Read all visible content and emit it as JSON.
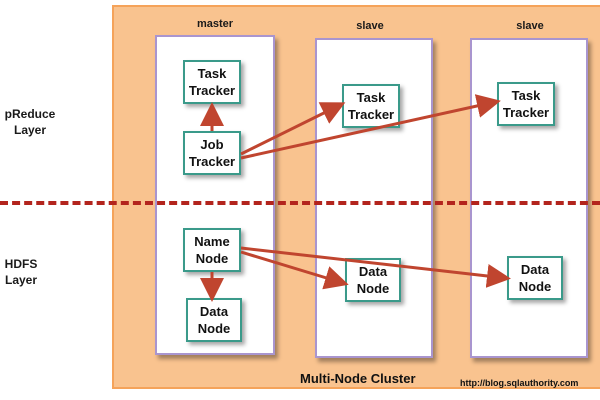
{
  "layers": {
    "mapreduce_label": "pReduce\nLayer",
    "hdfs_label": "HDFS\nLayer"
  },
  "nodes": {
    "master": "master",
    "slave1": "slave",
    "slave2": "slave"
  },
  "components": {
    "master_task_tracker": "Task\nTracker",
    "job_tracker": "Job\nTracker",
    "slave1_task_tracker": "Task\nTracker",
    "slave2_task_tracker": "Task\nTracker",
    "name_node": "Name\nNode",
    "master_data_node": "Data\nNode",
    "slave1_data_node": "Data\nNode",
    "slave2_data_node": "Data\nNode"
  },
  "cluster_title": "Multi-Node Cluster",
  "footer_url": "http://blog.sqlauthority.com",
  "colors": {
    "cluster_fill": "#f9c38f",
    "node_border": "#a995cf",
    "box_border": "#3a9a8a",
    "arrow": "#c0452f",
    "divider": "#b3241d"
  }
}
